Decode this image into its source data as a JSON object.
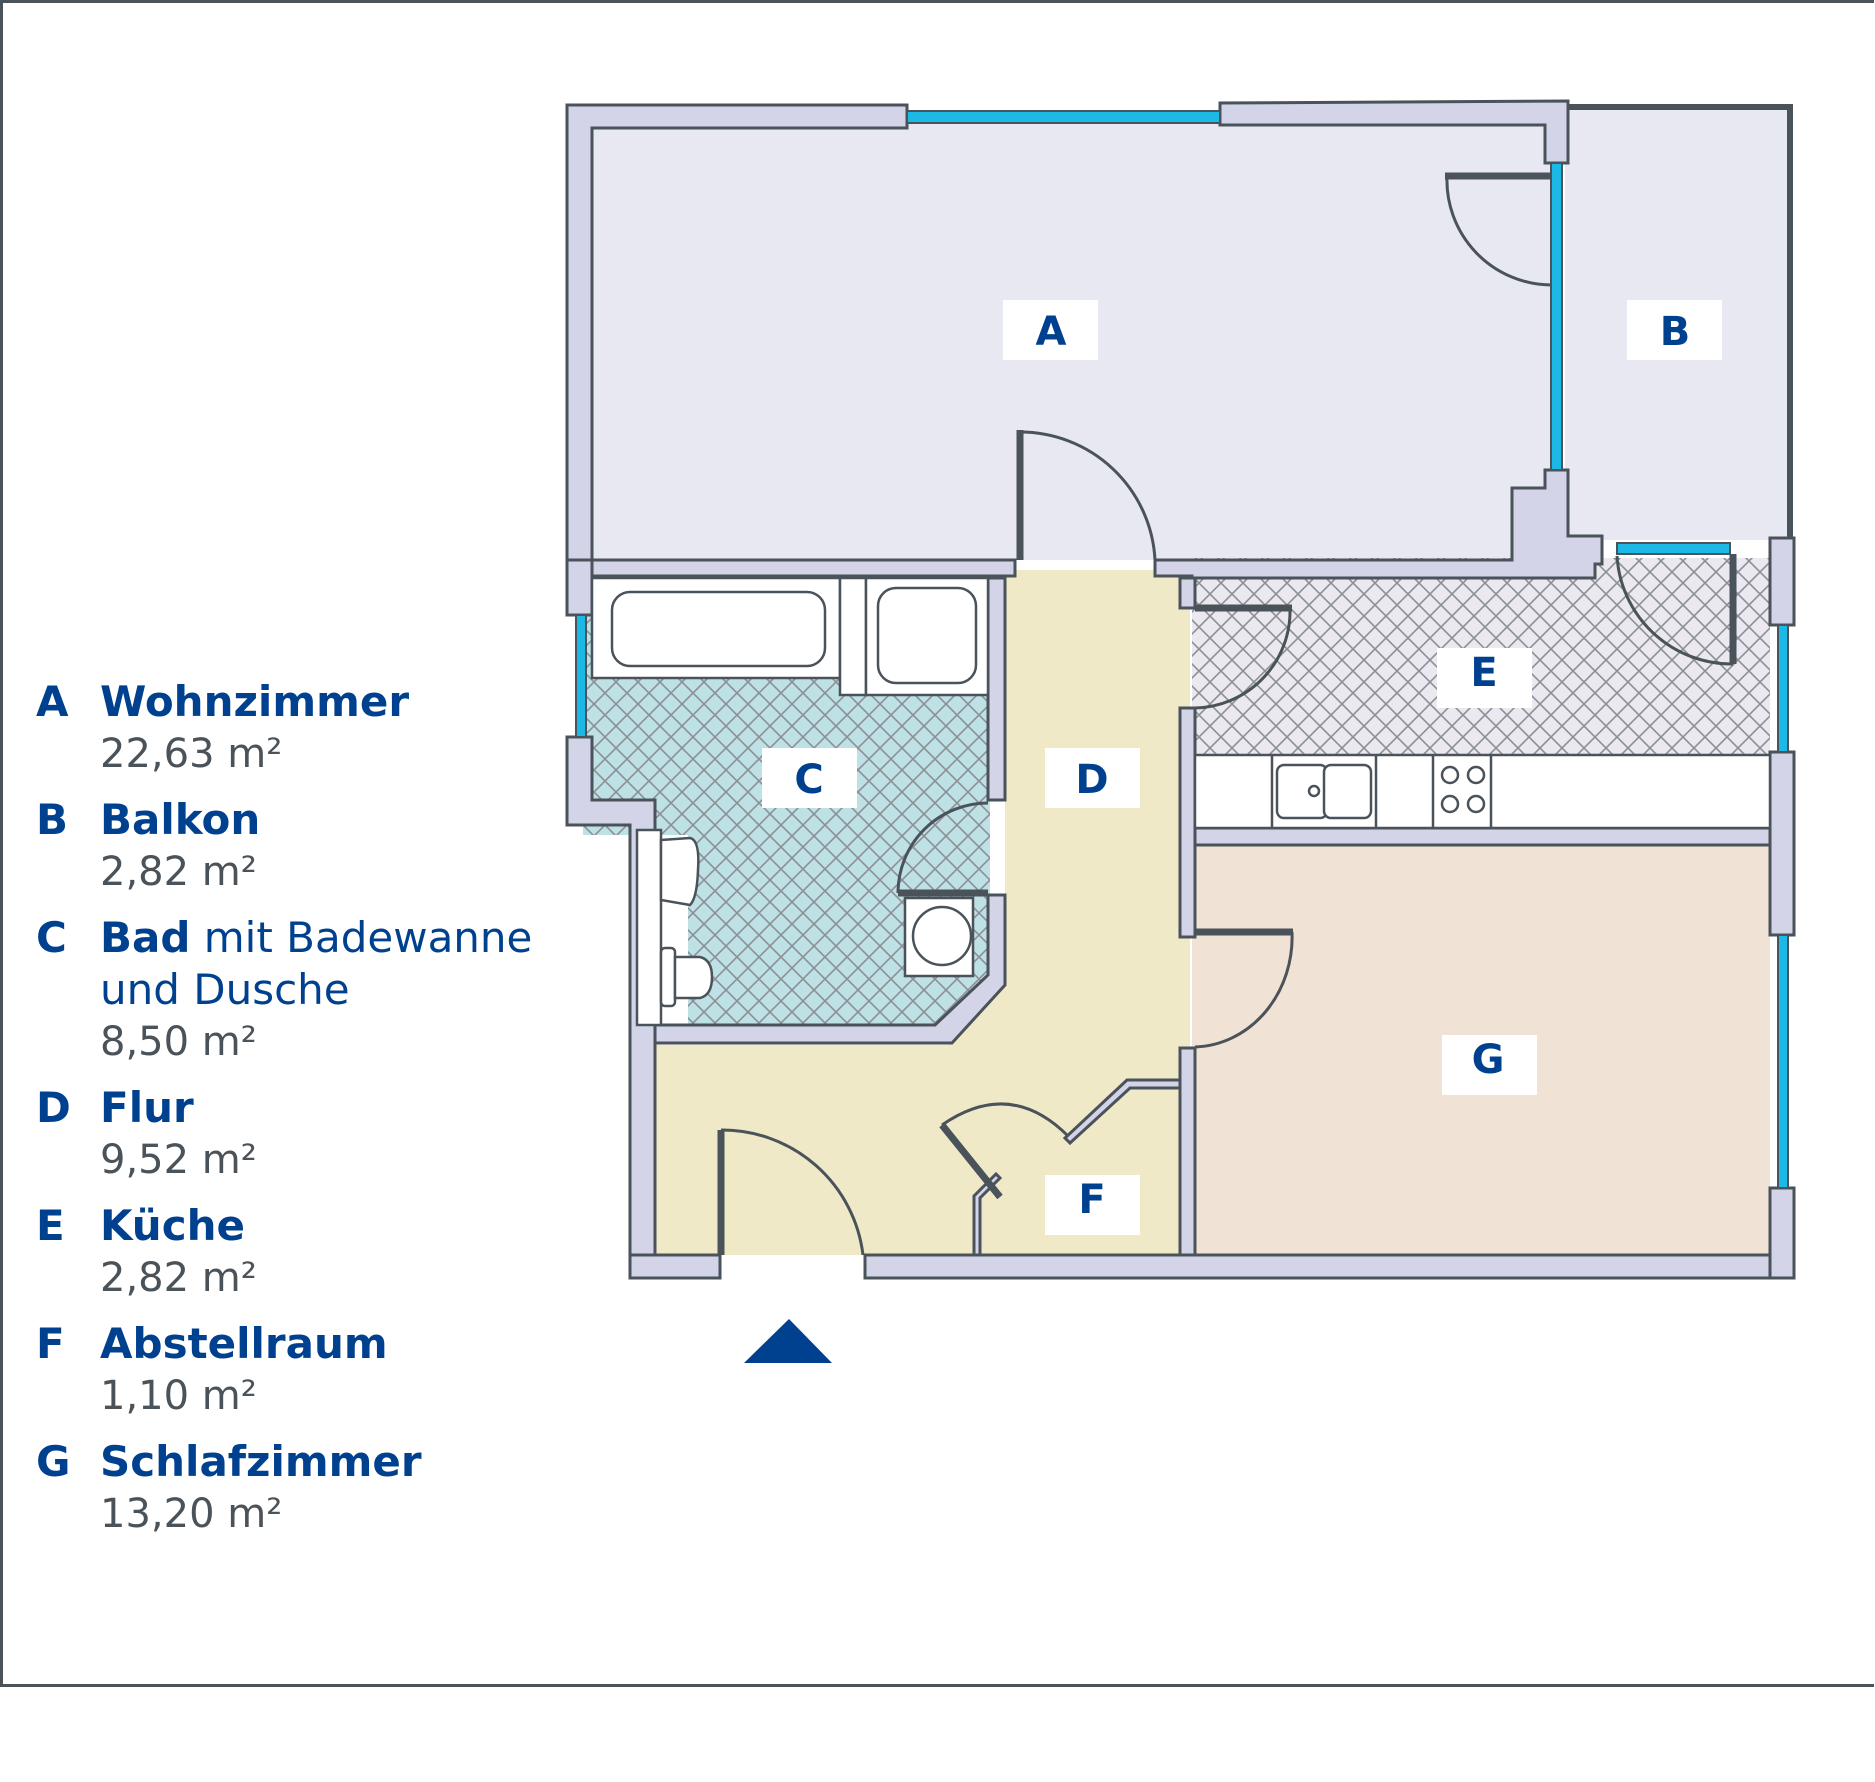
{
  "legend": {
    "items": [
      {
        "letter": "A",
        "name": "Wohnzimmer",
        "name_suffix": "",
        "name_line2": "",
        "area": "22,63 m²"
      },
      {
        "letter": "B",
        "name": "Balkon",
        "name_suffix": "",
        "name_line2": "",
        "area": "2,82 m²"
      },
      {
        "letter": "C",
        "name": "Bad",
        "name_suffix": " mit Badewanne",
        "name_line2": "und Dusche",
        "area": "8,50 m²"
      },
      {
        "letter": "D",
        "name": "Flur",
        "name_suffix": "",
        "name_line2": "",
        "area": "9,52 m²"
      },
      {
        "letter": "E",
        "name": "Küche",
        "name_suffix": "",
        "name_line2": "",
        "area": "2,82 m²"
      },
      {
        "letter": "F",
        "name": "Abstellraum",
        "name_suffix": "",
        "name_line2": "",
        "area": "1,10 m²"
      },
      {
        "letter": "G",
        "name": "Schlafzimmer",
        "name_suffix": "",
        "name_line2": "",
        "area": "13,20 m²"
      }
    ]
  },
  "plan": {
    "labels": {
      "A": "A",
      "B": "B",
      "C": "C",
      "D": "D",
      "E": "E",
      "F": "F",
      "G": "G"
    },
    "entrance_marker": "entrance-arrow"
  },
  "colors": {
    "brand_blue": "#00418f",
    "wall_fill": "#d3d4e8",
    "wall_stroke": "#4a525a",
    "window": "#1cb9e6",
    "room_A_B": "#e8e8f2",
    "room_C": "#bde1e5",
    "room_D_F": "#f0e9c8",
    "room_E": "#ebe8f0",
    "room_G": "#f0e3d6"
  }
}
